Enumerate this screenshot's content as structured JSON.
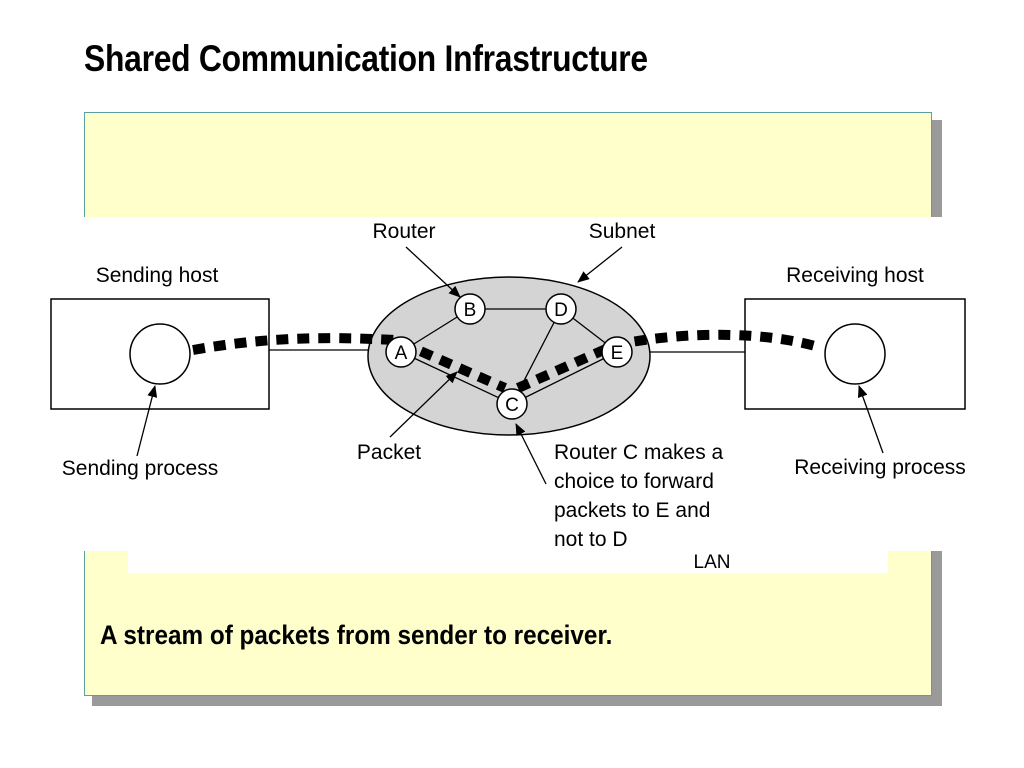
{
  "slide": {
    "title": "Shared Communication Infrastructure",
    "caption": "A stream of packets from sender to receiver."
  },
  "diagram": {
    "labels": {
      "router": "Router",
      "subnet": "Subnet",
      "sending_host": "Sending host",
      "receiving_host": "Receiving host",
      "sending_process": "Sending process",
      "receiving_process": "Receiving process",
      "packet": "Packet",
      "router_c_note": [
        "Router C makes a",
        "choice to forward",
        "packets to E and",
        "not to D"
      ],
      "lan": "LAN"
    },
    "nodes": [
      "A",
      "B",
      "C",
      "D",
      "E"
    ],
    "links": [
      [
        "A",
        "B"
      ],
      [
        "B",
        "D"
      ],
      [
        "D",
        "E"
      ],
      [
        "A",
        "C"
      ],
      [
        "C",
        "E"
      ],
      [
        "D",
        "C"
      ]
    ],
    "packet_route": [
      "Sending process",
      "A",
      "C",
      "E",
      "Receiving process"
    ],
    "colors": {
      "panel": "#ffffcc",
      "subnet_fill": "#d4d4d4",
      "packet": "#000000"
    }
  }
}
